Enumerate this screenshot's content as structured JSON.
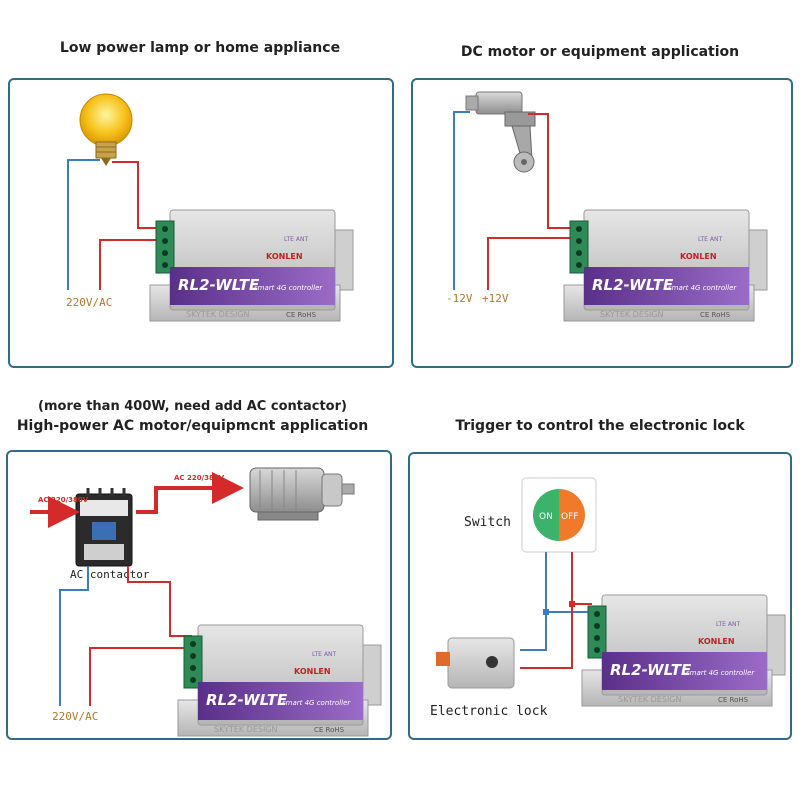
{
  "panels": [
    {
      "heading": "Low power lamp or home appliance",
      "labels": {
        "voltage": "220V/AC"
      },
      "controller": {
        "brand": "KONLEN",
        "model": "RL2-WLTE",
        "subtitle": "smart 4G controller",
        "antenna": "LTE ANT",
        "ce": "CE RoHS",
        "maker": "SKYTEK DESIGN"
      }
    },
    {
      "heading": "DC motor or equipment application",
      "labels": {
        "neg": "-12V",
        "pos": "+12V"
      },
      "controller": {
        "brand": "KONLEN",
        "model": "RL2-WLTE",
        "subtitle": "smart 4G controller",
        "antenna": "LTE ANT",
        "ce": "CE RoHS",
        "maker": "SKYTEK DESIGN"
      }
    },
    {
      "heading_note": "(more than 400W, need add AC contactor)",
      "heading": "High-power AC motor/equipmcnt application",
      "labels": {
        "ac_in": "AC 220/380V",
        "ac_out": "AC 220/380V",
        "contactor": "AC contactor",
        "voltage": "220V/AC"
      },
      "controller": {
        "brand": "KONLEN",
        "model": "RL2-WLTE",
        "subtitle": "smart 4G controller",
        "antenna": "LTE ANT",
        "ce": "CE RoHS",
        "maker": "SKYTEK DESIGN"
      }
    },
    {
      "heading": "Trigger to control the electronic lock",
      "labels": {
        "switch": "Switch",
        "on": "ON",
        "off": "OFF",
        "lock": "Electronic lock"
      },
      "controller": {
        "brand": "KONLEN",
        "model": "RL2-WLTE",
        "subtitle": "smart 4G controller",
        "antenna": "LTE ANT",
        "ce": "CE RoHS",
        "maker": "SKYTEK DESIGN"
      }
    }
  ],
  "colors": {
    "border": "#2f6d86",
    "wire_red": "#d42a2a",
    "wire_blue": "#3a7cc7",
    "controller_purple": "#6a3b9a",
    "terminal_green": "#2e8b57"
  }
}
